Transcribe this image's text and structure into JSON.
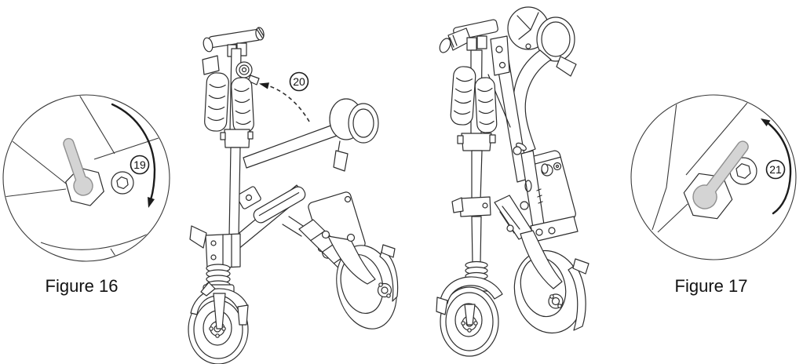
{
  "illustration": {
    "left_detail": {
      "caption": "Figure 16",
      "callout_number": "19"
    },
    "center_callout_number": "20",
    "right_detail": {
      "caption": "Figure 17",
      "callout_number": "21"
    }
  },
  "colors": {
    "line": "#2d2d2d",
    "tool_fill": "#d4d4d4",
    "tool_outline": "#8f8f8f",
    "background": "#ffffff"
  }
}
